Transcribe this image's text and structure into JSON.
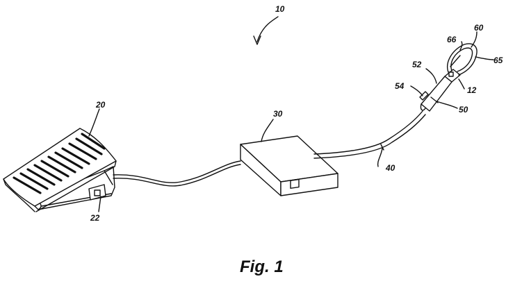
{
  "labels": {
    "system": "10",
    "pedal": "20",
    "switch": "22",
    "console": "30",
    "cable": "40",
    "handpiece": "50",
    "grip": "52",
    "button": "54",
    "loop": "60",
    "loop_wire": "65",
    "loop_arm": "66",
    "tip": "12"
  },
  "caption": "Fig. 1"
}
